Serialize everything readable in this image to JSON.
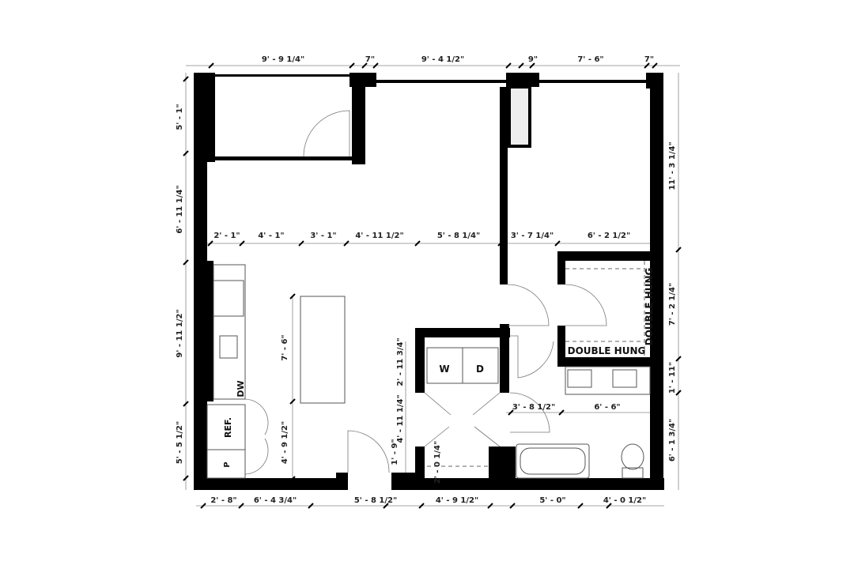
{
  "dimensions": {
    "top": [
      "9' - 9 1/4\"",
      "7\"",
      "9' - 4 1/2\"",
      "9\"",
      "7' - 6\"",
      "7\""
    ],
    "left": [
      "5' - 1\"",
      "6' - 11 1/4\"",
      "9' - 11 1/2\"",
      "5' - 5 1/2\""
    ],
    "right": [
      "11' - 3 1/4\"",
      "7' - 2 1/4\"",
      "1' - 11\"",
      "6' - 1 3/4\""
    ],
    "middle": [
      "2' - 1\"",
      "4' - 1\"",
      "3' - 1\"",
      "4' - 11 1/2\"",
      "5' - 8 1/4\"",
      "3' - 7 1/4\"",
      "6' - 2 1/2\""
    ],
    "bottom": [
      "2' - 8\"",
      "6' - 4 3/4\"",
      "5' - 8 1/2\"",
      "4' - 9 1/2\"",
      "5' - 0\"",
      "4' - 0 1/2\""
    ],
    "island": [
      "7' - 6\"",
      "4' - 9 1/2\""
    ],
    "laundry": [
      "2' - 11 3/4\"",
      "4' - 11 1/4\"",
      "1' - 9\"",
      "2' - 0 1/4\""
    ],
    "bath": [
      "3' - 8 1/2\"",
      "6' - 6\""
    ]
  },
  "labels": {
    "washer": "W",
    "dryer": "D",
    "refrigerator": "REF.",
    "pantry": "P",
    "dishwasher": "DW",
    "window_vertical": "DOUBLE HUNG",
    "window_horizontal": "DOUBLE HUNG"
  }
}
